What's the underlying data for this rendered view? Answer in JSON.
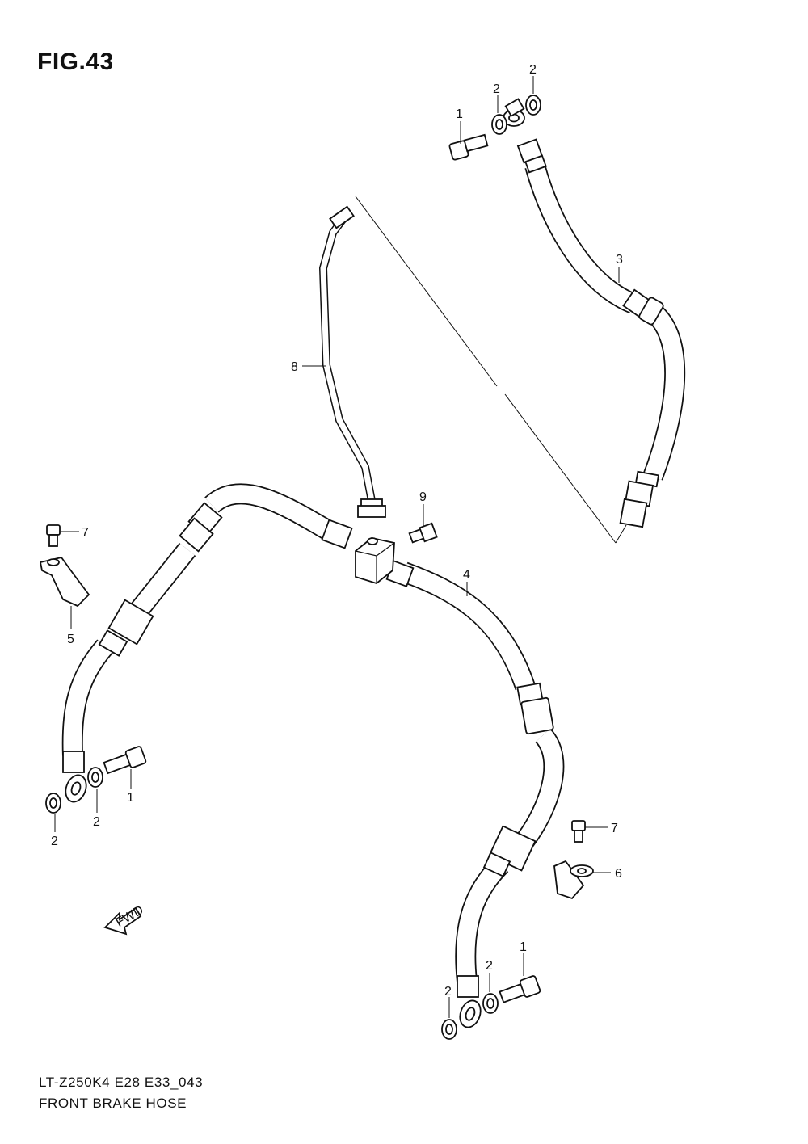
{
  "figure": {
    "title": "FIG.43"
  },
  "callouts": {
    "c1a": "1",
    "c2a": "2",
    "c2b": "2",
    "c3": "3",
    "c8": "8",
    "c9": "9",
    "c4": "4",
    "c7a": "7",
    "c5": "5",
    "c1b": "1",
    "c2c": "2",
    "c2d": "2",
    "c7b": "7",
    "c6": "6",
    "c1c": "1",
    "c2e": "2",
    "c2f": "2"
  },
  "fwd_label": "FWD",
  "footer": {
    "code": "LT-Z250K4 E28 E33_043",
    "name": "FRONT BRAKE HOSE"
  }
}
